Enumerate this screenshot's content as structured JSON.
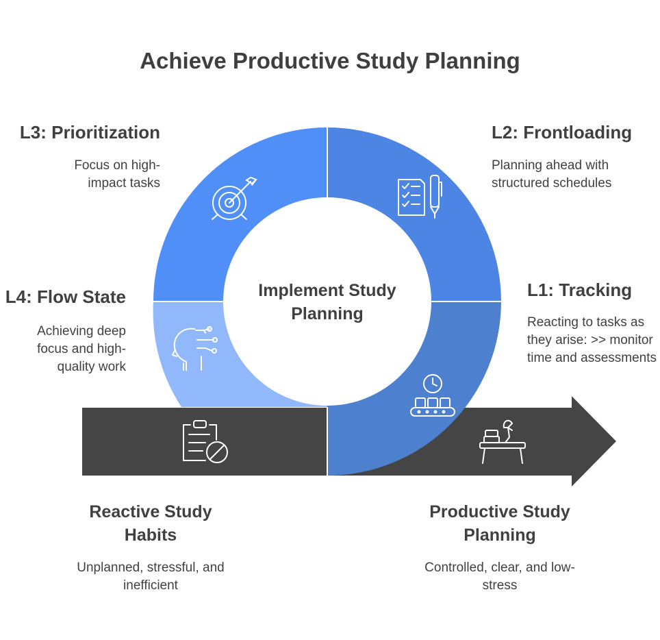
{
  "title": "Achieve Productive Study Planning",
  "center_label": "Implement Study Planning",
  "levels": [
    {
      "title": "L3: Prioritization",
      "desc": "Focus on high-impact tasks",
      "icon": "target-icon",
      "color": "#4f8ff7"
    },
    {
      "title": "L2: Frontloading",
      "desc": "Planning ahead with structured schedules",
      "icon": "checklist-pen-icon",
      "color": "#4c85e4"
    },
    {
      "title": "L1: Tracking",
      "desc": "Reacting to tasks as they arise: >> monitor time and assessments",
      "icon": "clock-conveyor-icon",
      "color": "#4e80d0"
    },
    {
      "title": "L4: Flow State",
      "desc": "Achieving deep focus and high-quality work",
      "icon": "head-network-icon",
      "color": "#91b8fb"
    }
  ],
  "start": {
    "title": "Reactive Study Habits",
    "desc": "Unplanned, stressful, and inefficient",
    "icon": "clipboard-blocked-icon"
  },
  "end": {
    "title": "Productive Study Planning",
    "desc": "Controlled, clear, and low-stress",
    "icon": "study-desk-icon"
  },
  "colors": {
    "arrow": "#454545",
    "icon_stroke": "#ffffff"
  }
}
